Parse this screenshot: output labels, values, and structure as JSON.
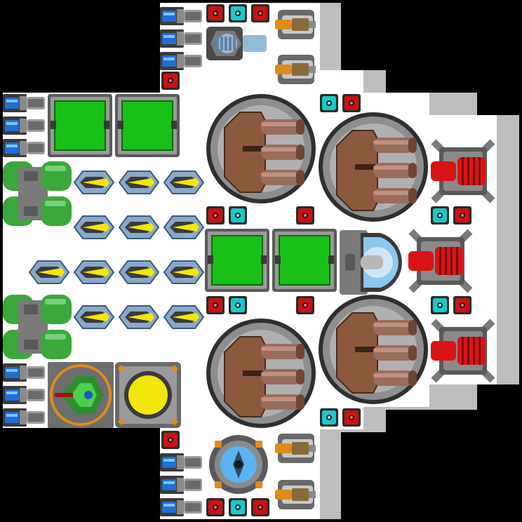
{
  "scene": {
    "background": "#000000",
    "floor_color": "#ffffff",
    "hull_color": "#bdbdbd"
  },
  "palette": {
    "metal_dark": "#4a4a4a",
    "metal_mid": "#8a8a8a",
    "metal_light": "#c8c8c8",
    "armor_brown": "#8b5a3c",
    "barrel_brown": "#9a6d5a",
    "terminal_red": "#cc1111",
    "terminal_cyan": "#19c9c9",
    "panel_green": "#17c117",
    "engine_green": "#3aa83a",
    "plasma_yellow": "#f2e60a",
    "laser_red": "#d91414",
    "orange_trim": "#e08a1a",
    "shield_blue": "#5ab4f0"
  },
  "modules": {
    "battery_cell": "battery-cell",
    "terminal_red": "control-terminal-red",
    "terminal_cyan": "control-terminal-cyan",
    "storage_bay": "storage-bay",
    "heavy_cannon": "heavy-cannon-turret",
    "laser_turret": "laser-turret",
    "missile": "missile-launcher",
    "thruster": "thruster-engine",
    "gatling": "gatling-gun",
    "ion_gun": "ion-gun",
    "fighter_bay": "fighter-bay",
    "reactor": "fusion-reactor",
    "bridge": "command-bridge",
    "shield": "shield-generator"
  }
}
